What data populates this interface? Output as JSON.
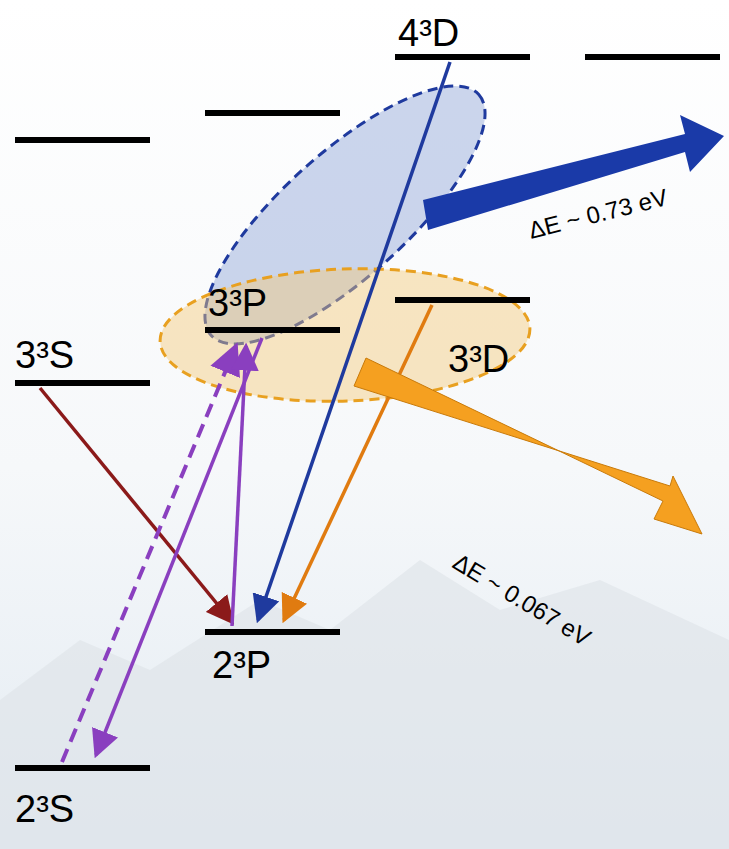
{
  "diagram": {
    "labels": [
      "4³D",
      "3³P",
      "3³S",
      "3³D",
      "2³P",
      "2³S",
      "ΔE ~ 0.73 eV",
      "ΔE ~ 0.067 eV"
    ]
  }
}
